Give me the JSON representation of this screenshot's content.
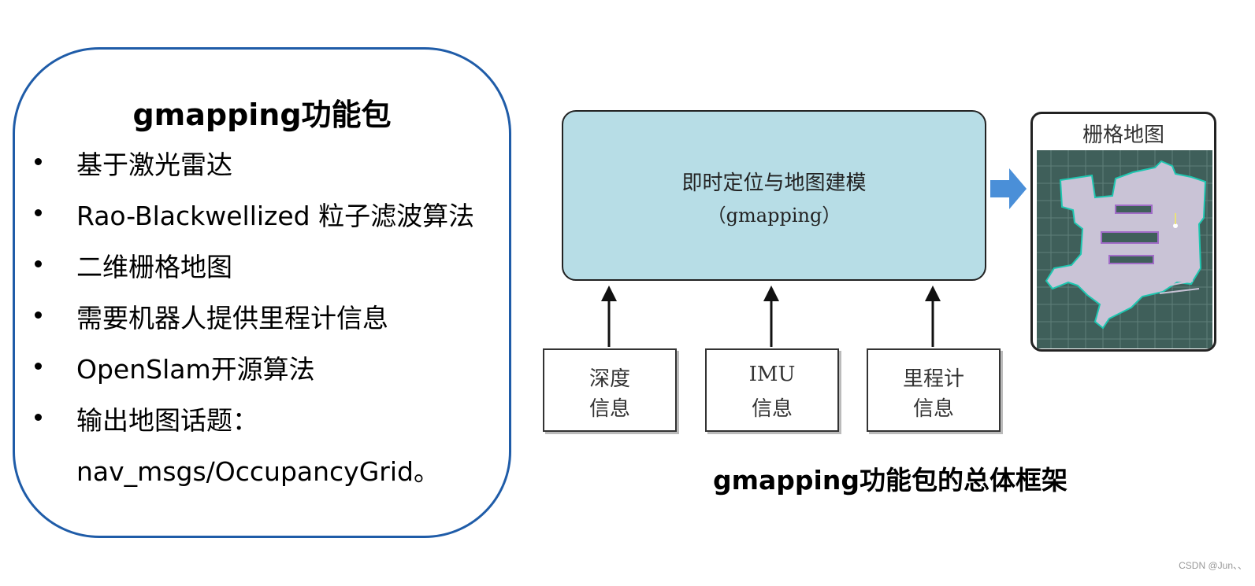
{
  "card": {
    "title": "gmapping功能包",
    "bullets": [
      "基于激光雷达",
      "Rao-Blackwellized 粒子滤波算法",
      "二维栅格地图",
      "需要机器人提供里程计信息",
      "OpenSlam开源算法",
      "输出地图话题："
    ],
    "bullet_continuation": "nav_msgs/OccupancyGrid。"
  },
  "diagram": {
    "main_box": {
      "line1": "即时定位与地图建模",
      "line2": "（gmapping）"
    },
    "inputs": [
      {
        "line1": "深度",
        "line2": "信息"
      },
      {
        "line1": "IMU",
        "line2": "信息"
      },
      {
        "line1": "里程计",
        "line2": "信息"
      }
    ],
    "output": {
      "title": "栅格地图"
    },
    "caption": "gmapping功能包的总体框架"
  },
  "colors": {
    "card_border": "#1f5ca8",
    "main_box_fill": "#b7dde6",
    "output_arrow": "#4a8fd8",
    "map_grid": "#3f5f5a",
    "map_free": "#c9c3d6"
  },
  "watermark": "CSDN @Jun、、"
}
